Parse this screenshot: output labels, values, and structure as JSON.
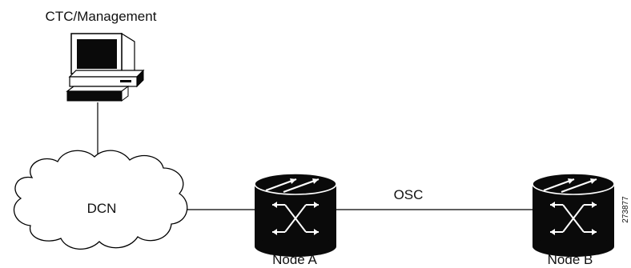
{
  "labels": {
    "management": "CTC/Management",
    "dcn": "DCN",
    "osc": "OSC",
    "node_a": "Node A",
    "node_b": "Node B",
    "figure_id": "273877"
  },
  "icons": {
    "workstation": "computer-terminal-icon",
    "cloud": "network-cloud-icon",
    "router": "optical-router-icon"
  },
  "colors": {
    "line": "#000000",
    "device_body": "#0a0a0a",
    "device_marks": "#ffffff",
    "background": "#ffffff"
  }
}
